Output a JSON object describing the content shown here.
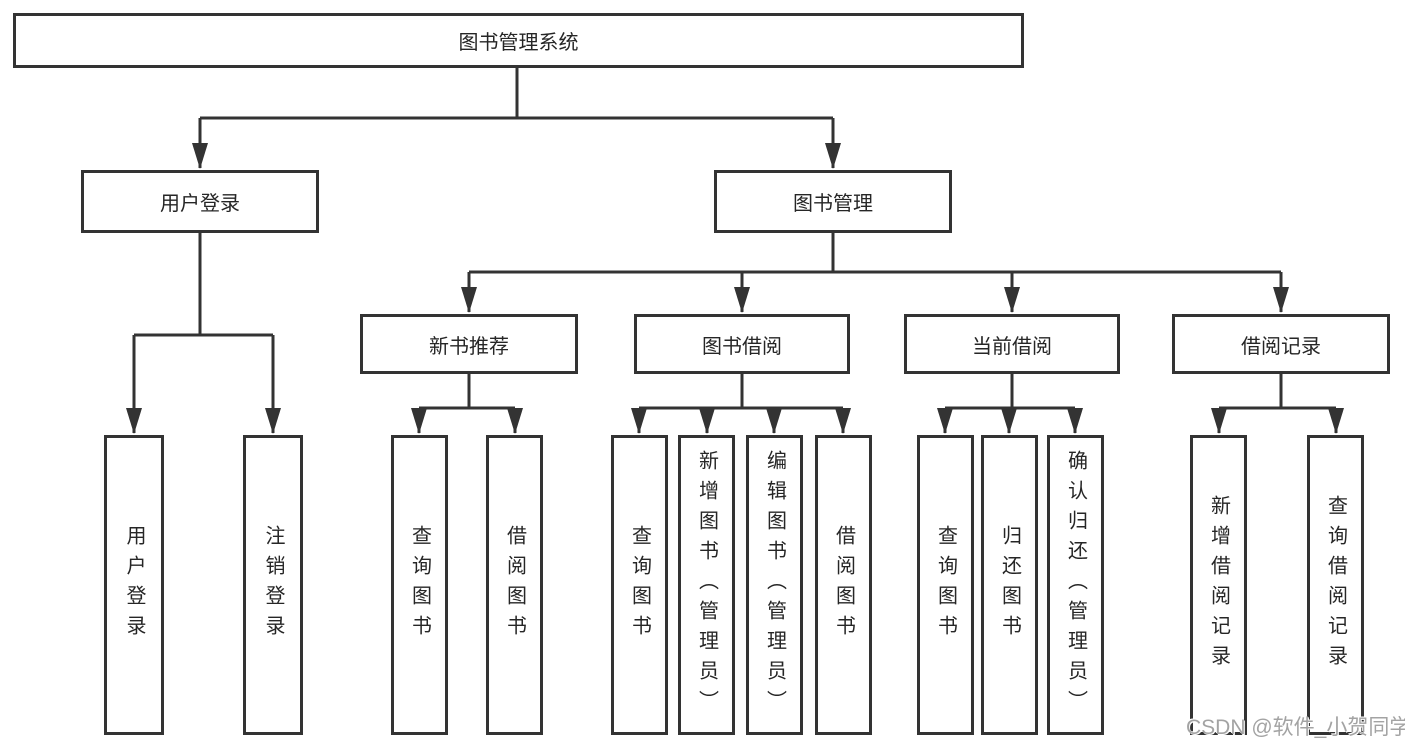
{
  "diagram": {
    "type": "functional-structure-tree",
    "colors": {
      "line": "#333333",
      "box_border": "#333333",
      "box_fill": "#ffffff",
      "text": "#262626",
      "watermark": "#a3a3a3"
    },
    "tree": {
      "label": "图书管理系统",
      "children": [
        {
          "label": "用户登录",
          "children": [
            {
              "label": "用户登录"
            },
            {
              "label": "注销登录"
            }
          ]
        },
        {
          "label": "图书管理",
          "children": [
            {
              "label": "新书推荐",
              "children": [
                {
                  "label": "查询图书"
                },
                {
                  "label": "借阅图书"
                }
              ]
            },
            {
              "label": "图书借阅",
              "children": [
                {
                  "label": "查询图书"
                },
                {
                  "label": "新增图书（管理员）"
                },
                {
                  "label": "编辑图书（管理员）"
                },
                {
                  "label": "借阅图书"
                }
              ]
            },
            {
              "label": "当前借阅",
              "children": [
                {
                  "label": "查询图书"
                },
                {
                  "label": "归还图书"
                },
                {
                  "label": "确认归还（管理员）"
                }
              ]
            },
            {
              "label": "借阅记录",
              "children": [
                {
                  "label": "新增借阅记录"
                },
                {
                  "label": "查询借阅记录"
                }
              ]
            }
          ]
        }
      ]
    },
    "watermark": {
      "text": "CSDN @软件_小贺同学"
    }
  }
}
